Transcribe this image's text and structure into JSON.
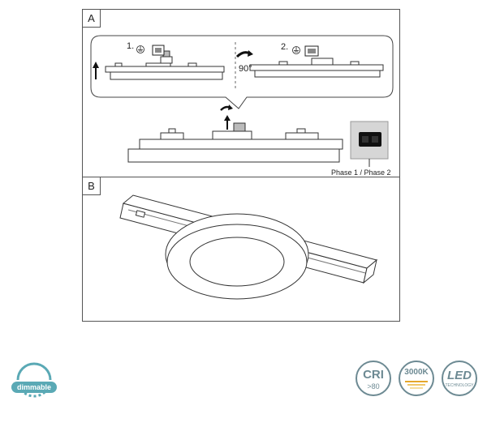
{
  "panels": {
    "a": {
      "label": "A",
      "steps": [
        {
          "number": "1."
        },
        {
          "number": "2."
        }
      ],
      "rotation": "90°",
      "phase_caption": "Phase 1 / Phase 2"
    },
    "b": {
      "label": "B"
    }
  },
  "badges": {
    "dimmable": {
      "label": "dimmable",
      "color": "#5aa9b5"
    },
    "cri": {
      "title": "CRI",
      "sub": ">80",
      "color": "#6d8a93"
    },
    "kelvin": {
      "title": "3000K",
      "color": "#6d8a93",
      "accent": "#e5a72b"
    },
    "led": {
      "title": "LED",
      "sub": "TECHNOLOGY",
      "color": "#6d8a93"
    }
  },
  "colors": {
    "line": "#333333",
    "panel_border": "#555555",
    "switch_bg": "#d6d6d6"
  }
}
